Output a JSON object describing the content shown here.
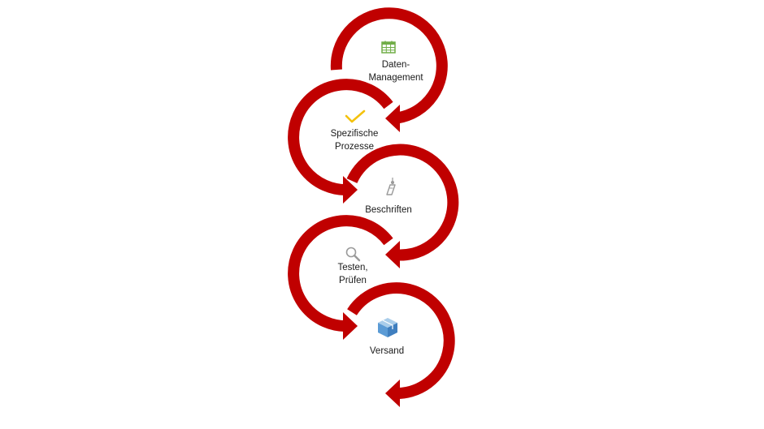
{
  "colors": {
    "arrow": "#c00000",
    "calendar_icon": "#70ad47",
    "check_icon": "#f4c20d",
    "gray_icon": "#9a9a9a",
    "box_icon": "#5b9bd5"
  },
  "steps": [
    {
      "lines": [
        "Daten-",
        "Management"
      ],
      "icon": "calendar-icon"
    },
    {
      "lines": [
        "Spezifische",
        "Prozesse"
      ],
      "icon": "checkmark-icon"
    },
    {
      "lines": [
        "Beschriften"
      ],
      "icon": "label-tag-icon"
    },
    {
      "lines": [
        "Testen,",
        "Prüfen"
      ],
      "icon": "magnifier-icon"
    },
    {
      "lines": [
        "Versand"
      ],
      "icon": "package-box-icon"
    }
  ]
}
